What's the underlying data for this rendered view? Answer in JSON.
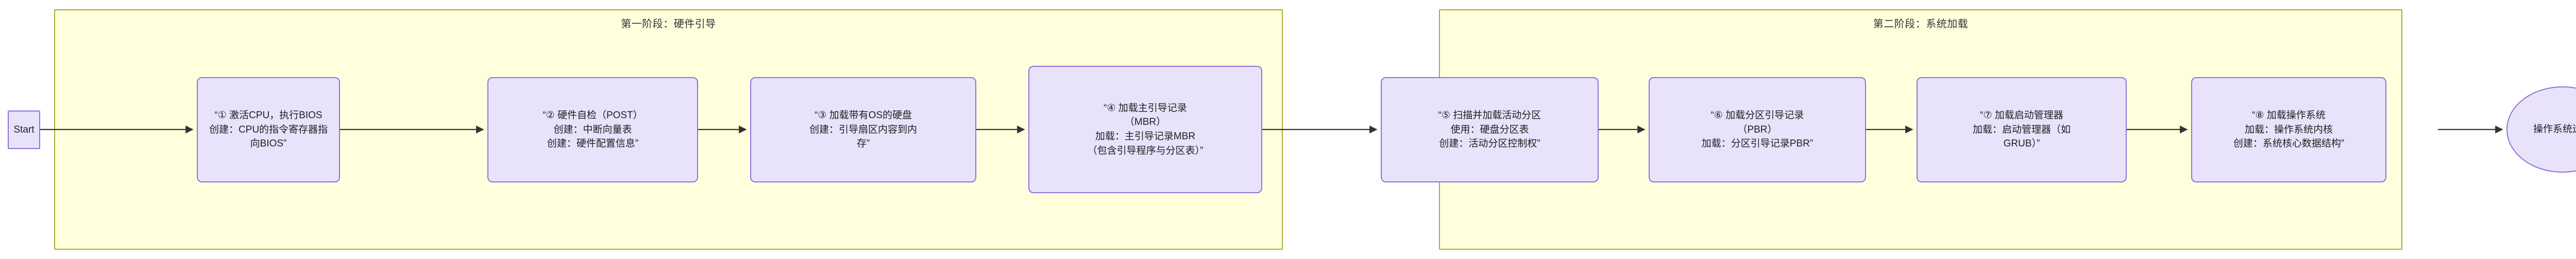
{
  "diagram": {
    "type": "flowchart",
    "direction": "left-to-right",
    "colors": {
      "cluster_fill": "#ffffde",
      "cluster_stroke": "#aaaa33",
      "node_fill": "#e8e2fb",
      "node_stroke": "#9370db",
      "edge_stroke": "#333333",
      "text": "#1f1f1f"
    }
  },
  "clusters": [
    {
      "id": "stage1",
      "title": "第一阶段：硬件引导"
    },
    {
      "id": "stage2",
      "title": "第二阶段：系统加载"
    }
  ],
  "nodes": {
    "start": {
      "label": "Start",
      "shape": "rect"
    },
    "n1": {
      "label": "“① 激活CPU，执行BIOS\n创建：CPU的指令寄存器指\n向BIOS”",
      "shape": "rounded"
    },
    "n2": {
      "label": "“② 硬件自检（POST）\n创建：中断向量表\n创建：硬件配置信息”",
      "shape": "rounded"
    },
    "n3": {
      "label": "“③ 加载带有OS的硬盘\n创建：引导扇区内容到内\n存”",
      "shape": "rounded"
    },
    "n4": {
      "label": "“④ 加载主引导记录\n（MBR）\n加载：主引导记录MBR\n（包含引导程序与分区表）”",
      "shape": "rounded"
    },
    "n5": {
      "label": "“⑤ 扫描并加载活动分区\n使用：硬盘分区表\n创建：活动分区控制权”",
      "shape": "rounded"
    },
    "n6": {
      "label": "“⑥ 加载分区引导记录\n（PBR）\n加载：分区引导记录PBR”",
      "shape": "rounded"
    },
    "n7": {
      "label": "“⑦ 加载启动管理器\n加载：启动管理器（如\nGRUB）”",
      "shape": "rounded"
    },
    "n8": {
      "label": "“⑧ 加载操作系统\n加载：操作系统内核\n创建：系统核心数据结构”",
      "shape": "rounded"
    },
    "end": {
      "label": "操作系统运行",
      "shape": "ellipse"
    }
  },
  "edges": [
    {
      "from": "start",
      "to": "n1"
    },
    {
      "from": "n1",
      "to": "n2"
    },
    {
      "from": "n2",
      "to": "n3"
    },
    {
      "from": "n3",
      "to": "n4"
    },
    {
      "from": "n4",
      "to": "n5"
    },
    {
      "from": "n5",
      "to": "n6"
    },
    {
      "from": "n6",
      "to": "n7"
    },
    {
      "from": "n7",
      "to": "n8"
    },
    {
      "from": "n8",
      "to": "end"
    }
  ]
}
